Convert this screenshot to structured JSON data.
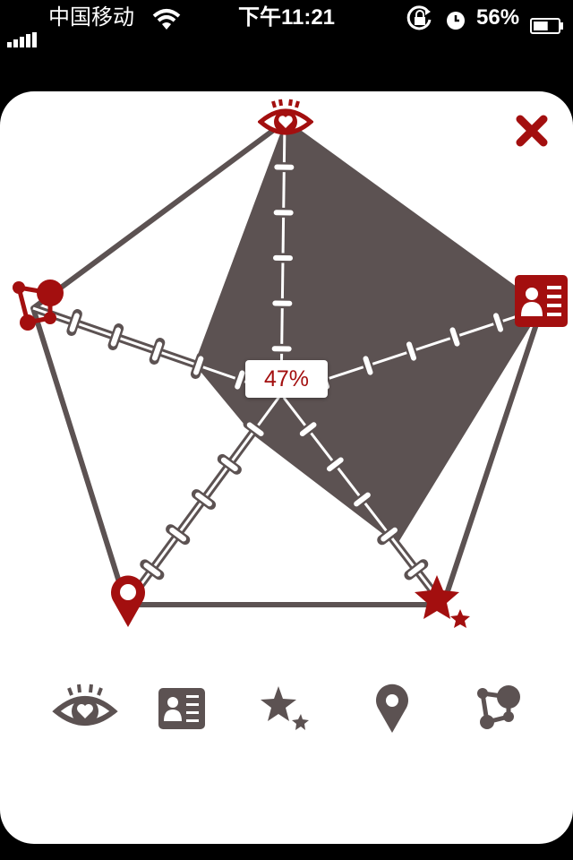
{
  "status_bar": {
    "carrier": "中国移动",
    "time": "下午11:21",
    "battery": "56%",
    "battery_level": 0.56
  },
  "chart_data": {
    "type": "radar",
    "value_label": "47%",
    "axes": [
      "eye-heart",
      "profile-card",
      "stars",
      "location-pin",
      "network"
    ],
    "values": [
      1.0,
      1.0,
      0.65,
      0.0,
      0.2
    ],
    "ticks_per_axis": 5,
    "colors": {
      "accent": "#a30f0f",
      "fill": "#5c5252",
      "outline": "#5c5252"
    }
  },
  "legend": {
    "icons": [
      "eye-heart-icon",
      "profile-card-icon",
      "stars-icon",
      "location-pin-icon",
      "network-icon"
    ]
  }
}
